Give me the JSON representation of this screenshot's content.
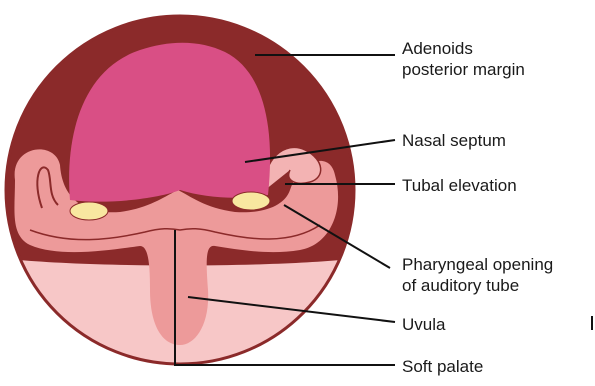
{
  "diagram": {
    "labels": {
      "adenoids": [
        "Adenoids",
        "posterior margin"
      ],
      "nasal_septum": "Nasal septum",
      "tubal_elevation": "Tubal elevation",
      "pharyngeal_opening": [
        "Pharyngeal opening",
        "of auditory tube"
      ],
      "uvula": "Uvula",
      "soft_palate": "Soft palate"
    },
    "colors": {
      "outer_wall": "#8b2a2a",
      "septum": "#d94f85",
      "tissue": "#ed9a9a",
      "pale_tissue": "#f7c7c7",
      "tubal_opening": "#f8e7a0",
      "leader_line": "#111111"
    }
  }
}
